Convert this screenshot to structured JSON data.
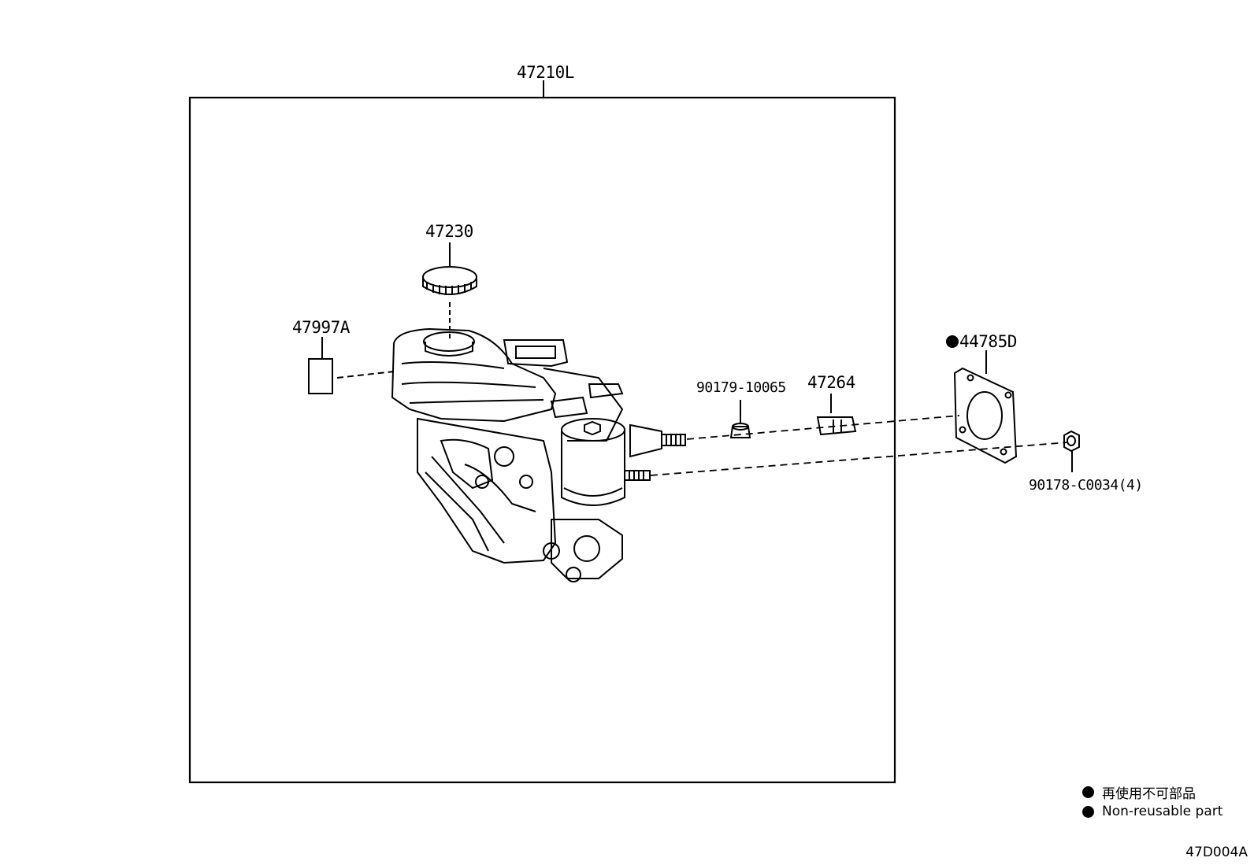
{
  "parts": {
    "assembly": "47210L",
    "cap": "47230",
    "label": "47997A",
    "gasket": "44785D",
    "bolt": "90179-10065",
    "bracket": "47264",
    "nut": "90178-C0034(4)"
  },
  "legend": {
    "jp": "再使用不可部品",
    "en": "Non-reusable part"
  },
  "diagram_code": "47D004A"
}
